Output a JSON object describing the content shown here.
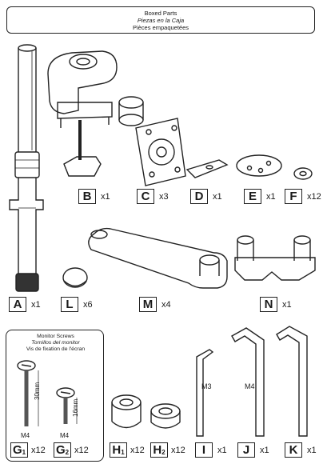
{
  "header": {
    "line1": "Boxed Parts",
    "line2": "Piezas en la Caja",
    "line3": "Pièces empaquetées"
  },
  "parts": [
    {
      "letter": "A",
      "qty": "x1"
    },
    {
      "letter": "B",
      "qty": "x1"
    },
    {
      "letter": "C",
      "qty": "x3"
    },
    {
      "letter": "D",
      "qty": "x1"
    },
    {
      "letter": "E",
      "qty": "x1"
    },
    {
      "letter": "F",
      "qty": "x12"
    },
    {
      "letter": "L",
      "qty": "x6"
    },
    {
      "letter": "M",
      "qty": "x4"
    },
    {
      "letter": "N",
      "qty": "x1"
    },
    {
      "letter": "G",
      "sub": "1",
      "qty": "x12"
    },
    {
      "letter": "G",
      "sub": "2",
      "qty": "x12"
    },
    {
      "letter": "H",
      "sub": "1",
      "qty": "x12"
    },
    {
      "letter": "H",
      "sub": "2",
      "qty": "x12"
    },
    {
      "letter": "I",
      "qty": "x1"
    },
    {
      "letter": "J",
      "qty": "x1"
    },
    {
      "letter": "K",
      "qty": "x1"
    }
  ],
  "screws": {
    "title1": "Monitor Screws",
    "title2": "Tornillos del monitor",
    "title3": "Vis de fixation de l'écran",
    "g1_size": "M4",
    "g1_length": "30mm",
    "g2_size": "M4",
    "g2_length": "16mm"
  },
  "keys": {
    "i_size": "M3",
    "j_size": "M4"
  }
}
